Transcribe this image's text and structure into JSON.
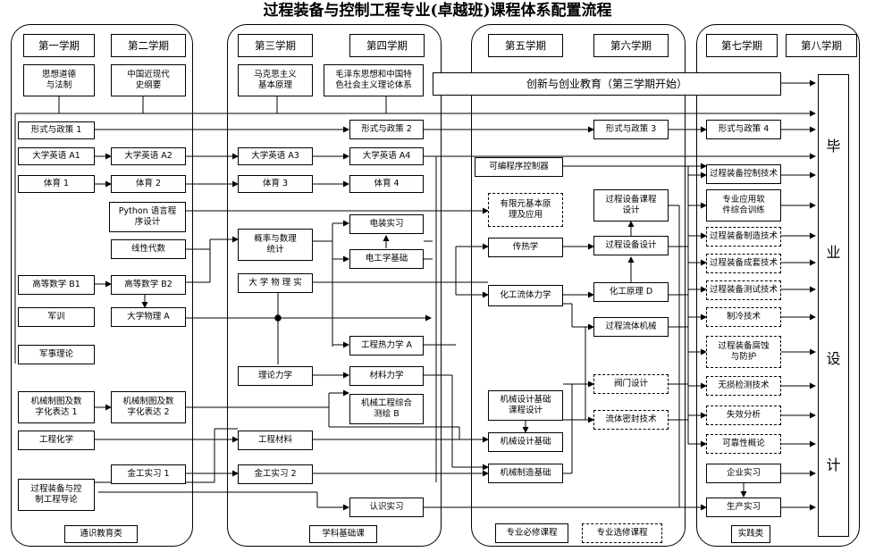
{
  "title": "过程装备与控制工程专业(卓越班)课程体系配置流程",
  "semesters": [
    "第一学期",
    "第二学期",
    "第三学期",
    "第四学期",
    "第五学期",
    "第六学期",
    "第七学期",
    "第八学期"
  ],
  "categories": {
    "general": "通识教育类",
    "foundation": "学科基础课",
    "required": "专业必修课程",
    "elective": "专业选修课程",
    "practice": "实践类"
  },
  "graduation": [
    "毕",
    "业",
    "设",
    "计"
  ],
  "courses": {
    "c1": "思想道德\n与法制",
    "c2": "中国近现代\n史纲要",
    "c3": "马克思主义\n基本原理",
    "c4": "毛泽东思想和中国特\n色社会主义理论体系",
    "c5": "创新与创业教育（第三学期开始）",
    "c6": "形式与政策 1",
    "c7": "形式与政策 2",
    "c8": "形式与政策 3",
    "c9": "形式与政策 4",
    "c10": "大学英语 A1",
    "c11": "大学英语 A2",
    "c12": "大学英语 A3",
    "c13": "大学英语 A4",
    "c14": "体育 1",
    "c15": "体育 2",
    "c16": "体育 3",
    "c17": "体育 4",
    "c18": "Python 语言程\n序设计",
    "c19": "线性代数",
    "c20": "概率与数理\n统计",
    "c21": "电装实习",
    "c22": "电工学基础",
    "c23": "高等数学 B1",
    "c24": "高等数学 B2",
    "c25": "大 学 物 理 实",
    "c26": "军训",
    "c27": "大学物理 A",
    "c28": "军事理论",
    "c29": "工程热力学 A",
    "c30": "理论力学",
    "c31": "材料力学",
    "c32": "机械制图及数\n字化表达 1",
    "c33": "机械制图及数\n字化表达 2",
    "c34": "机械工程综合\n测绘 B",
    "c35": "工程化学",
    "c36": "工程材料",
    "c37": "金工实习 1",
    "c38": "金工实习 2",
    "c39": "过程装备与控\n制工程导论",
    "c40": "认识实习",
    "c41": "可编程序控制器",
    "c42": "有限元基本原\n理及应用",
    "c43": "传热学",
    "c44": "化工流体力学",
    "c45": "机械设计基础\n课程设计",
    "c46": "机械设计基础",
    "c47": "机械制造基础",
    "c48": "过程设备课程\n设计",
    "c49": "过程设备设计",
    "c50": "化工原理 D",
    "c51": "过程流体机械",
    "c52": "阀门设计",
    "c53": "流体密封技术",
    "c54": "过程装备控制技术",
    "c55": "专业应用软\n件综合训练",
    "c56": "过程装备制造技术",
    "c57": "过程装备成套技术",
    "c58": "过程装备测试技术",
    "c59": "制冷技术",
    "c60": "过程装备腐蚀\n与防护",
    "c61": "无损检测技术",
    "c62": "失效分析",
    "c63": "可靠性概论",
    "c64": "企业实习",
    "c65": "生产实习"
  }
}
